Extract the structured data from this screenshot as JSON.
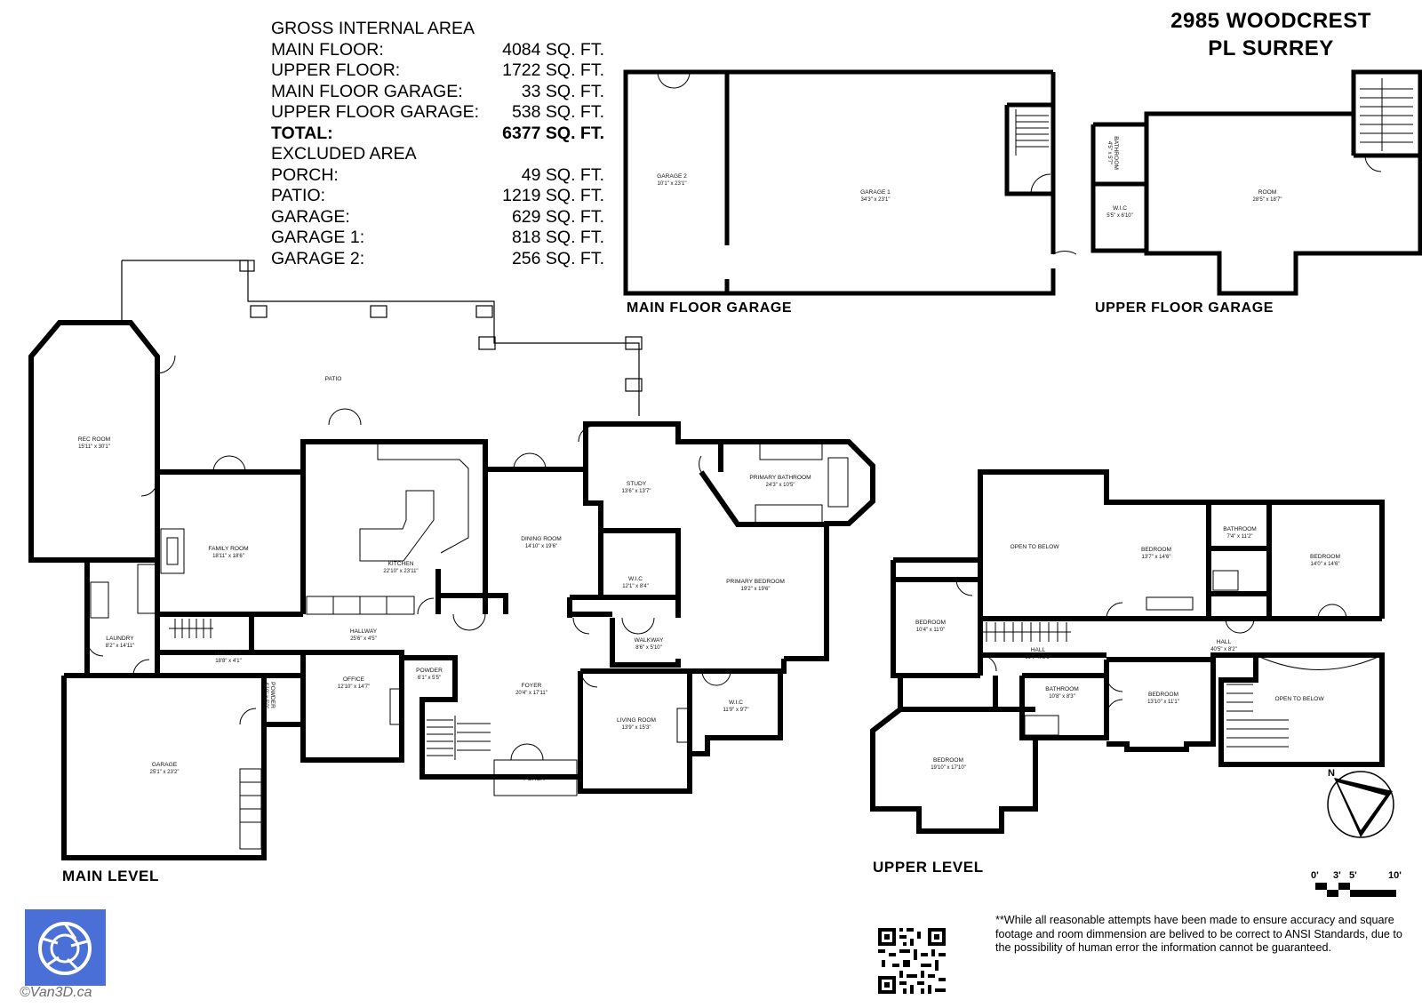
{
  "header": {
    "address_line1": "2985 WOODCREST",
    "address_line2": "PL SURREY"
  },
  "areas": {
    "gross_title": "GROSS INTERNAL AREA",
    "gross": [
      {
        "label": "MAIN FLOOR:",
        "value": "4084 SQ. FT."
      },
      {
        "label": "UPPER FLOOR:",
        "value": "1722 SQ. FT."
      },
      {
        "label": "MAIN FLOOR GARAGE:",
        "value": "33 SQ. FT."
      },
      {
        "label": "UPPER FLOOR GARAGE:",
        "value": "538 SQ. FT."
      }
    ],
    "total": {
      "label": "TOTAL:",
      "value": "6377 SQ. FT."
    },
    "excluded_title": "EXCLUDED AREA",
    "excluded": [
      {
        "label": "PORCH:",
        "value": "49 SQ. FT."
      },
      {
        "label": "PATIO:",
        "value": "1219 SQ. FT."
      },
      {
        "label": "GARAGE:",
        "value": "629 SQ. FT."
      },
      {
        "label": "GARAGE 1:",
        "value": "818 SQ. FT."
      },
      {
        "label": "GARAGE 2:",
        "value": "256 SQ. FT."
      }
    ]
  },
  "sections": {
    "main_floor_garage": "MAIN FLOOR GARAGE",
    "upper_floor_garage": "UPPER FLOOR GARAGE",
    "main_level": "MAIN LEVEL",
    "upper_level": "UPPER LEVEL"
  },
  "rooms": {
    "garage2": {
      "name": "GARAGE 2",
      "dim": "10'1\" x 23'1\""
    },
    "garage1": {
      "name": "GARAGE 1",
      "dim": "34'3\" x 23'1\""
    },
    "ufg_bathroom": {
      "name": "BATHROOM",
      "dim": "4'5\" x 5'7\""
    },
    "ufg_wic": {
      "name": "W.I.C",
      "dim": "5'5\" x 6'10\""
    },
    "ufg_room": {
      "name": "ROOM",
      "dim": "28'5\" x 18'7\""
    },
    "patio": {
      "name": "PATIO"
    },
    "rec_room": {
      "name": "REC ROOM",
      "dim": "15'11\" x 30'1\""
    },
    "family_room": {
      "name": "FAMILY ROOM",
      "dim": "18'11\" x 18'6\""
    },
    "kitchen": {
      "name": "KITCHEN",
      "dim": "22'10\" x 23'11\""
    },
    "dining_room": {
      "name": "DINING ROOM",
      "dim": "14'10\" x 19'6\""
    },
    "study": {
      "name": "STUDY",
      "dim": "13'6\" x 13'7\""
    },
    "primary_bathroom": {
      "name": "PRIMARY BATHROOM",
      "dim": "24'3\" x 10'5\""
    },
    "wic_main": {
      "name": "W.I.C",
      "dim": "12'1\" x 8'4\""
    },
    "primary_bedroom": {
      "name": "PRIMARY BEDROOM",
      "dim": "19'2\" x 19'6\""
    },
    "walkway": {
      "name": "WALKWAY",
      "dim": "8'6\" x 5'10\""
    },
    "laundry": {
      "name": "LAUNDRY",
      "dim": "8'2\" x 14'11\""
    },
    "hallway_main": {
      "name": "HALLWAY",
      "dim": "25'6\" x 4'5\""
    },
    "hallway_small": {
      "name": "HALLWAY",
      "dim": "18'8\" x 4'1\""
    },
    "office": {
      "name": "OFFICE",
      "dim": "12'10\" x 14'7\""
    },
    "powder1": {
      "name": "POWDER",
      "dim": "6'1\" x 5'5\""
    },
    "powder2": {
      "name": "POWDER",
      "dim": "4'10\" x 5'0\""
    },
    "foyer": {
      "name": "FOYER",
      "dim": "20'4\" x 17'11\""
    },
    "living_room": {
      "name": "LIVING ROOM",
      "dim": "13'9\" x 15'3\""
    },
    "wic_living": {
      "name": "W.I.C",
      "dim": "11'9\" x 9'7\""
    },
    "garage": {
      "name": "GARAGE",
      "dim": "25'1\" x 23'2\""
    },
    "porch": {
      "name": "PORCH"
    },
    "open_below1": {
      "name": "OPEN TO BELOW"
    },
    "bedroom_a": {
      "name": "BEDROOM",
      "dim": "13'7\" x 14'6\""
    },
    "bathroom_up1": {
      "name": "BATHROOM",
      "dim": "7'4\" x 11'2\""
    },
    "bedroom_b": {
      "name": "BEDROOM",
      "dim": "14'0\" x 14'6\""
    },
    "bedroom_c": {
      "name": "BEDROOM",
      "dim": "10'4\" x 11'0\""
    },
    "hall_up1": {
      "name": "HALL",
      "dim": "16'7\" x 3'1\""
    },
    "hall_up2": {
      "name": "HALL",
      "dim": "40'5\" x 8'2\""
    },
    "bathroom_up2": {
      "name": "BATHROOM",
      "dim": "10'8\" x 8'3\""
    },
    "bedroom_d": {
      "name": "BEDROOM",
      "dim": "13'10\" x 11'1\""
    },
    "open_below2": {
      "name": "OPEN TO BELOW"
    },
    "bedroom_e": {
      "name": "BEDROOM",
      "dim": "19'10\" x 17'10\""
    }
  },
  "compass": {
    "north": "N"
  },
  "scale": {
    "ticks": [
      "0'",
      "3'",
      "5'",
      "10'"
    ]
  },
  "disclaimer": "**While all reasonable attempts have been made to ensure accuracy and square footage and room dimmension are belived to be correct to ANSI Standards, due to the possibility of human error the information cannot be guaranteed.",
  "copyright": "©Van3D.ca",
  "colors": {
    "wall": "#000000",
    "logo": "#4a6fd6",
    "background": "#ffffff"
  }
}
